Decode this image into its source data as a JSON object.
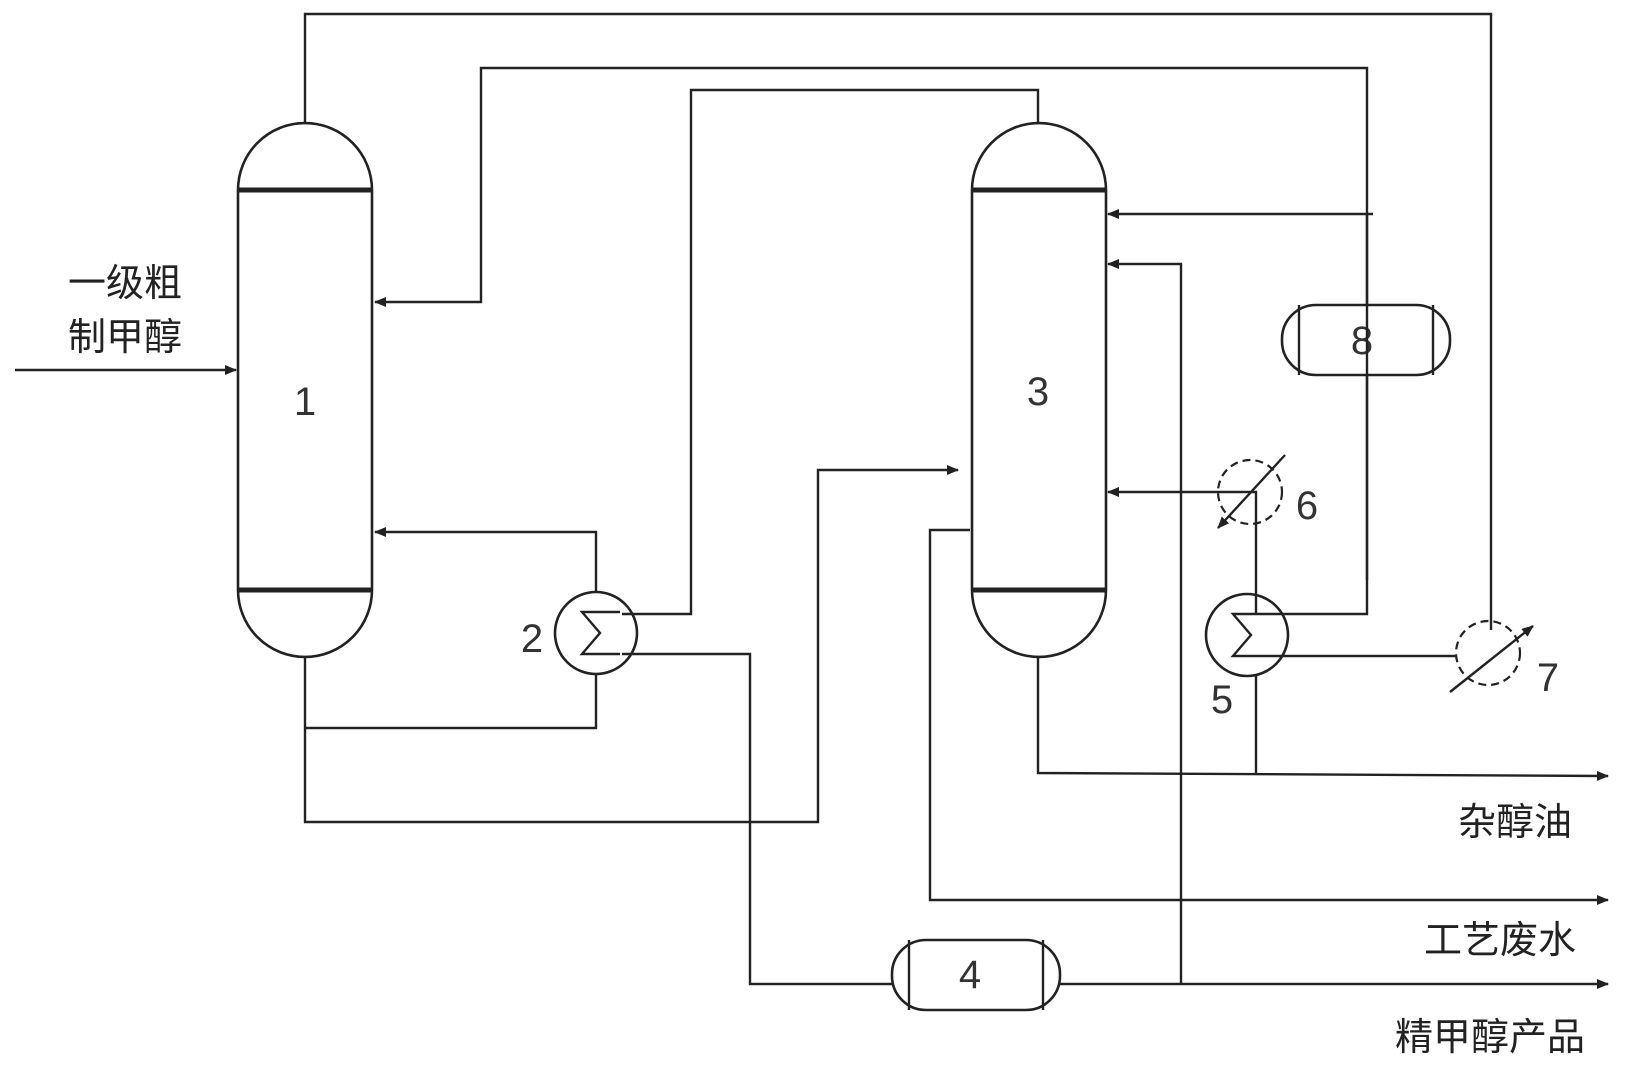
{
  "feed": {
    "line1": "一级粗",
    "line2": "制甲醇"
  },
  "equipment": {
    "column_1": "1",
    "exchanger_2": "2",
    "column_3": "3",
    "drum_4": "4",
    "exchanger_5": "5",
    "cooler_6": "6",
    "cooler_7": "7",
    "drum_8": "8"
  },
  "products": {
    "fusel_oil": "杂醇油",
    "process_wastewater": "工艺废水",
    "refined_methanol": "精甲醇产品"
  }
}
